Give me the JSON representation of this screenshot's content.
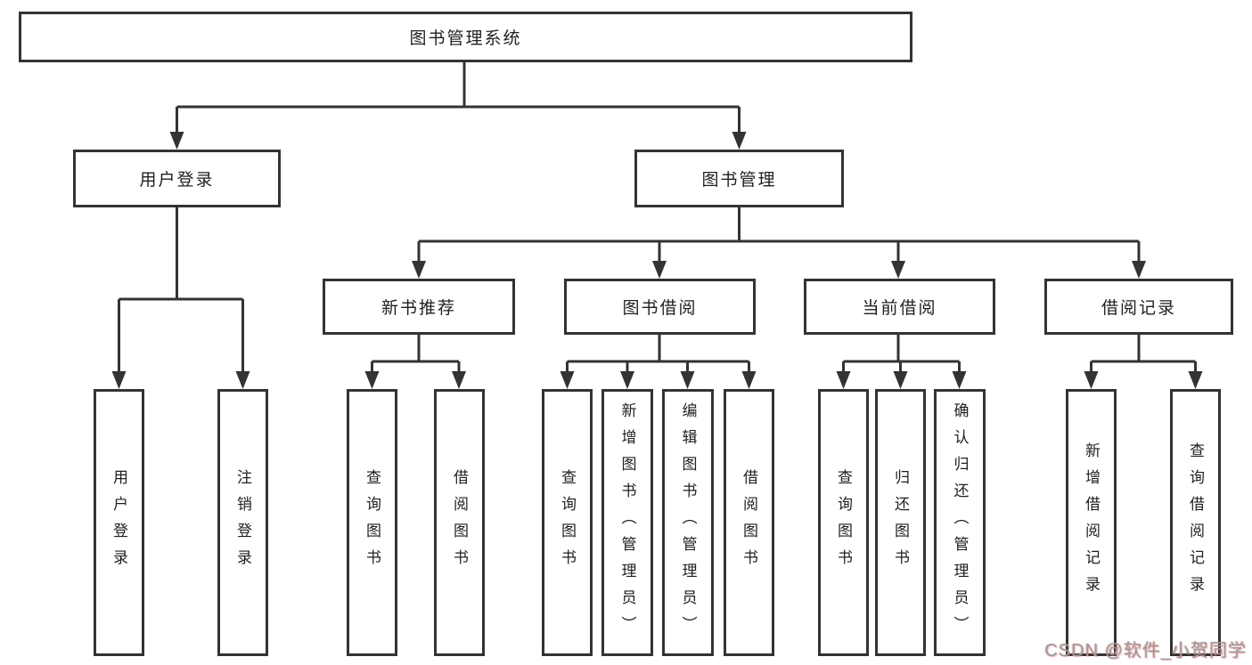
{
  "tree": {
    "root": {
      "label": "图书管理系统"
    },
    "level2": [
      {
        "label": "用户登录"
      },
      {
        "label": "图书管理"
      }
    ],
    "level3": [
      {
        "label": "新书推荐"
      },
      {
        "label": "图书借阅"
      },
      {
        "label": "当前借阅"
      },
      {
        "label": "借阅记录"
      }
    ],
    "leaves": [
      {
        "label": "用户登录"
      },
      {
        "label": "注销登录"
      },
      {
        "label": "查询图书"
      },
      {
        "label": "借阅图书"
      },
      {
        "label": "查询图书"
      },
      {
        "label": "新增图书（管理员）"
      },
      {
        "label": "编辑图书（管理员）"
      },
      {
        "label": "借阅图书"
      },
      {
        "label": "查询图书"
      },
      {
        "label": "归还图书"
      },
      {
        "label": "确认归还（管理员）"
      },
      {
        "label": "新增借阅记录"
      },
      {
        "label": "查询借阅记录"
      }
    ]
  },
  "watermark": {
    "text": "CSDN @软件_小贺同学"
  },
  "colors": {
    "line": "#333333",
    "box_border": "#333333",
    "text": "#1f1f1f",
    "background": "#ffffff",
    "watermark_gray": "#9a9a9a",
    "watermark_red": "#d96a6a"
  }
}
